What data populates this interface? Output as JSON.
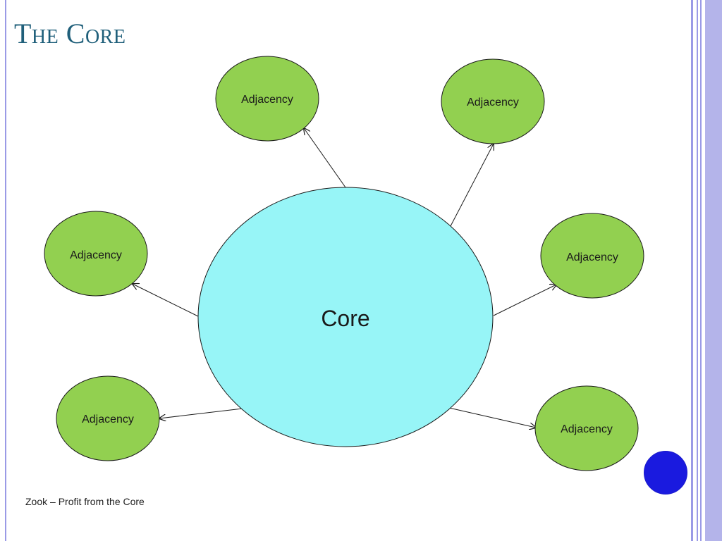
{
  "slide": {
    "title": "The Core",
    "footer": "Zook – Profit from the Core"
  },
  "diagram": {
    "core": {
      "label": "Core"
    },
    "adjacencies": [
      {
        "label": "Adjacency"
      },
      {
        "label": "Adjacency"
      },
      {
        "label": "Adjacency"
      },
      {
        "label": "Adjacency"
      },
      {
        "label": "Adjacency"
      },
      {
        "label": "Adjacency"
      }
    ]
  },
  "colors": {
    "title": "#1f5f7a",
    "core_fill": "#97f5f7",
    "adjacency_fill": "#92d050",
    "outline": "#1a1a1a",
    "accent_dot": "#1a1adf",
    "border_stripes": "#9a9ae6"
  }
}
